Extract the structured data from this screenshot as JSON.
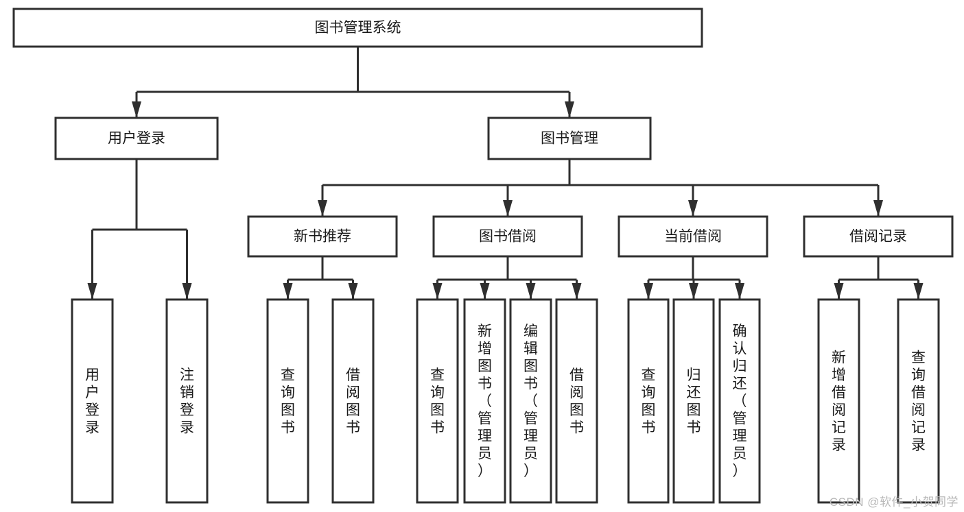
{
  "diagram": {
    "type": "tree",
    "title": "图书管理系统",
    "colors": {
      "stroke": "#2f2f2f",
      "fill": "#ffffff",
      "text": "#1a1a1a",
      "watermark": "#b8b8b8",
      "background": "#ffffff"
    },
    "root": {
      "id": "root",
      "label": "图书管理系统",
      "orientation": "horizontal"
    },
    "level2": [
      {
        "id": "user-login",
        "label": "用户登录",
        "orientation": "horizontal"
      },
      {
        "id": "book-management",
        "label": "图书管理",
        "orientation": "horizontal"
      }
    ],
    "level3": [
      {
        "id": "new-book-recommend",
        "label": "新书推荐",
        "parent": "book-management",
        "orientation": "horizontal"
      },
      {
        "id": "book-borrow",
        "label": "图书借阅",
        "parent": "book-management",
        "orientation": "horizontal"
      },
      {
        "id": "current-borrow",
        "label": "当前借阅",
        "parent": "book-management",
        "orientation": "horizontal"
      },
      {
        "id": "borrow-record",
        "label": "借阅记录",
        "parent": "book-management",
        "orientation": "horizontal"
      }
    ],
    "leaves": [
      {
        "id": "leaf-user-login",
        "label": "用户登录",
        "parent": "user-login",
        "orientation": "vertical"
      },
      {
        "id": "leaf-logout-login",
        "label": "注销登录",
        "parent": "user-login",
        "orientation": "vertical"
      },
      {
        "id": "leaf-query-book-recommend",
        "label": "查询图书",
        "parent": "new-book-recommend",
        "orientation": "vertical"
      },
      {
        "id": "leaf-borrow-book-recommend",
        "label": "借阅图书",
        "parent": "new-book-recommend",
        "orientation": "vertical"
      },
      {
        "id": "leaf-query-book-borrow",
        "label": "查询图书",
        "parent": "book-borrow",
        "orientation": "vertical"
      },
      {
        "id": "leaf-add-book-admin",
        "label": "新增图书（管理员）",
        "parent": "book-borrow",
        "orientation": "vertical"
      },
      {
        "id": "leaf-edit-book-admin",
        "label": "编辑图书（管理员）",
        "parent": "book-borrow",
        "orientation": "vertical"
      },
      {
        "id": "leaf-borrow-book",
        "label": "借阅图书",
        "parent": "book-borrow",
        "orientation": "vertical"
      },
      {
        "id": "leaf-query-book-current",
        "label": "查询图书",
        "parent": "current-borrow",
        "orientation": "vertical"
      },
      {
        "id": "leaf-return-book",
        "label": "归还图书",
        "parent": "current-borrow",
        "orientation": "vertical"
      },
      {
        "id": "leaf-confirm-return-admin",
        "label": "确认归还（管理员）",
        "parent": "current-borrow",
        "orientation": "vertical"
      },
      {
        "id": "leaf-add-borrow-record",
        "label": "新增借阅记录",
        "parent": "borrow-record",
        "orientation": "vertical"
      },
      {
        "id": "leaf-query-borrow-record",
        "label": "查询借阅记录",
        "parent": "borrow-record",
        "orientation": "vertical"
      }
    ],
    "watermark": "CSDN @软件_小贺同学"
  }
}
